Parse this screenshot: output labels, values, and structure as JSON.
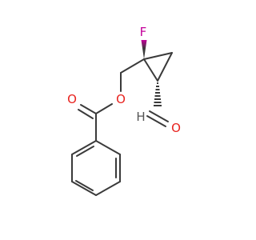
{
  "molecule": {
    "labels": {
      "fluorine": "F",
      "ester_oxygen": "O",
      "carbonyl_oxygen": "O",
      "aldehyde_carbon": "H",
      "aldehyde_oxygen": "O"
    },
    "colors": {
      "bond": "#3a3a3a",
      "fluorine": "#c4009a",
      "oxygen": "#e8231f",
      "hydrogen": "#555555"
    }
  }
}
